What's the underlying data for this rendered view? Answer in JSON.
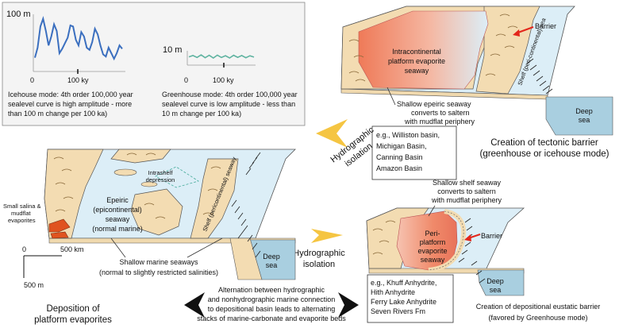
{
  "inset": {
    "icehouse": {
      "y_axis_label": "100 m",
      "x_origin": "0",
      "x_tick": "100 ky",
      "caption": [
        "Icehouse mode: 4th order 100,000 year",
        "sealevel curve is high amplitude - more",
        "than 100 m change per 100 ka)"
      ],
      "color": "#3b6fbf",
      "values": [
        22,
        40,
        78,
        92,
        70,
        44,
        60,
        82,
        70,
        30,
        38,
        48,
        58,
        80,
        78,
        54,
        44,
        68,
        60,
        40,
        36,
        50,
        74,
        64,
        44,
        28,
        24,
        40,
        30,
        20,
        30,
        44,
        38
      ]
    },
    "greenhouse": {
      "y_axis_label": "10 m",
      "x_origin": "0",
      "x_tick": "100 ky",
      "caption": [
        "Greenhouse mode: 4th order 100,000 year",
        "sealevel curve is low amplitude - less than",
        "10 m change per 100 ka)"
      ],
      "color": "#5fb3a0",
      "values": [
        60,
        72,
        55,
        78,
        52,
        74,
        50,
        76,
        54,
        70,
        50,
        74,
        56,
        72,
        52,
        70,
        58
      ]
    }
  },
  "top_right": {
    "barrier_label": "Barrier",
    "seaway_label": [
      "Intracontinental",
      "platform evaporite",
      "seaway"
    ],
    "shelf_label": "Shelf (peri-continental) sea",
    "deep_sea": [
      "Deep",
      "sea"
    ],
    "saltern_note": [
      "Shallow epeiric seaway",
      "converts to saltern",
      "with mudflat periphery"
    ],
    "examples": [
      "e.g., Williston basin,",
      "Michigan Basin,",
      "Canning Basin",
      "Amazon Basin"
    ],
    "title": [
      "Creation of tectonic barrier",
      "(greenhouse or icehouse mode)"
    ]
  },
  "middle": {
    "hydro_top": [
      "Hydrographic",
      "isolation"
    ],
    "hydro_bottom": [
      "Hydrographic",
      "isolation"
    ]
  },
  "left": {
    "intrashelf": [
      "Intrashelf",
      "depression"
    ],
    "epeiric": [
      "Epeiric",
      "(epicontinental)",
      "seaway",
      "(normal marine)"
    ],
    "shelf_label": "Shelf (pericontinental) seaway",
    "salina": [
      "Small salina &",
      "mudflat",
      "evaporites"
    ],
    "scale_h": "500 km",
    "scale_origin": "0",
    "scale_v": "500 m",
    "shallow": [
      "Shallow marine seaways",
      "(normal to slightly restricted salinities)"
    ],
    "deep_sea": [
      "Deep",
      "sea"
    ],
    "title": [
      "Deposition of",
      "platform evaporites"
    ]
  },
  "bottom_right": {
    "saltern_note": [
      "Shallow shelf seaway",
      "converts to saltern",
      "with mudflat periphery"
    ],
    "peri_label": [
      "Peri-",
      "platform",
      "evaporite",
      "seaway"
    ],
    "barrier_label": "Barrier",
    "deep_sea": [
      "Deep",
      "sea"
    ],
    "examples": [
      "e.g., Khuff Anhydrite,",
      "Hith Anhydrite",
      "Ferry Lake Anhydrite",
      "Seven Rivers Fm"
    ],
    "title": [
      "Creation of depositional eustatic barrier",
      "(favored by Greenhouse mode)"
    ]
  },
  "bottom": {
    "alternation": [
      "Alternation between hydrographic",
      "and nonhydrographic marine connection",
      "to depositional basin leads to alternating",
      "stacks of marine-carbonate and evaporite beds"
    ]
  },
  "colors": {
    "sea": "#dceef7",
    "land": "#f3dcb2",
    "evaporite": "#f08a6a",
    "evaporite_light": "#f6c3b1",
    "deep": "#a9cfe0",
    "arrow_yellow": "#f5c542",
    "barrier_arrow": "#e3261b"
  }
}
